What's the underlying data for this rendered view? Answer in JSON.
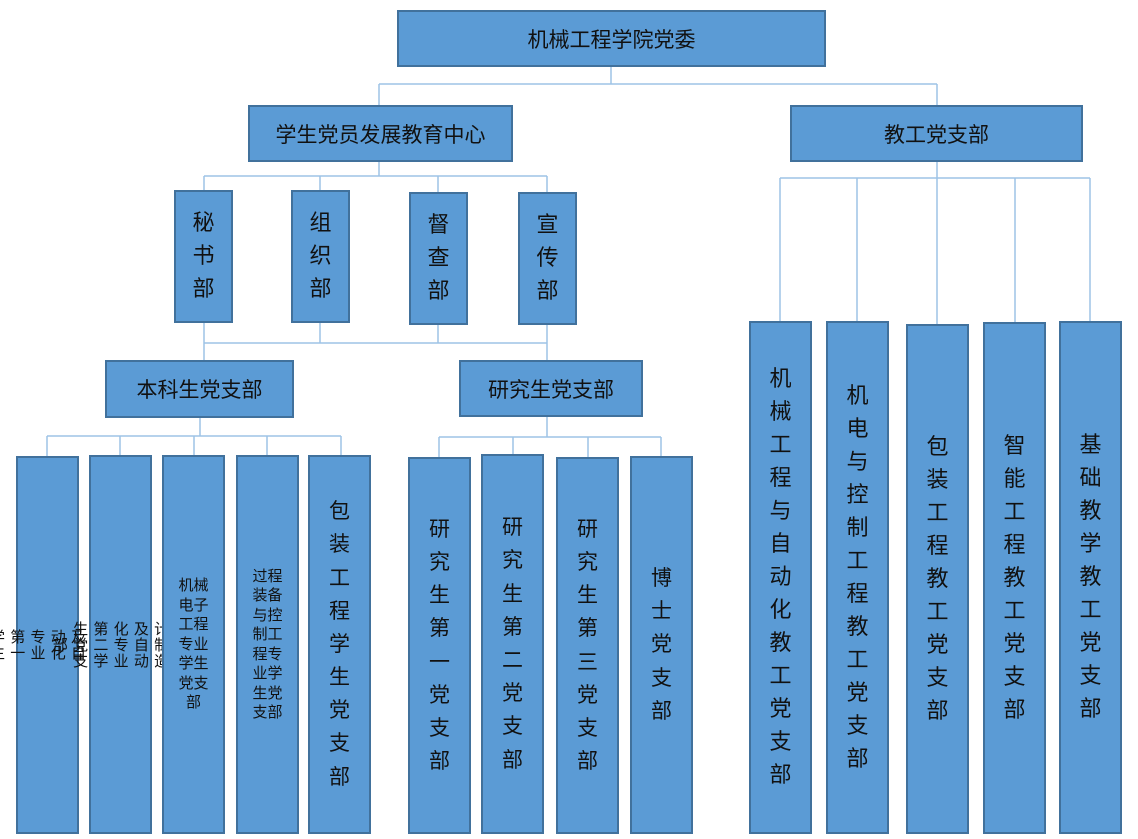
{
  "root": "机械工程学院党委",
  "student_center": "学生党员发展教育中心",
  "faculty_branch": "教工党支部",
  "departments": [
    "秘书部",
    "组织部",
    "督查部",
    "宣传部"
  ],
  "undergrad_branch": "本科生党支部",
  "grad_branch": "研究生党支部",
  "undergrad_units": [
    "机械设计制造及自动化专业第一学生党支部",
    "机械设计制造及自动化专业第二学生党支部",
    "机械电子工程专业学生党支部",
    "过程装备与控制工程专业学生党支部",
    "包装工程学生党支部"
  ],
  "grad_units": [
    "研究生第一党支部",
    "研究生第二党支部",
    "研究生第三党支部",
    "博士党支部"
  ],
  "faculty_units": [
    "机械工程与自动化教工党支部",
    "机电与控制工程教工党支部",
    "包装工程教工党支部",
    "智能工程教工党支部",
    "基础教学教工党支部"
  ],
  "colors": {
    "box_fill": "#5b9bd5",
    "box_border": "#41719c",
    "connector": "#9dc3e6"
  }
}
